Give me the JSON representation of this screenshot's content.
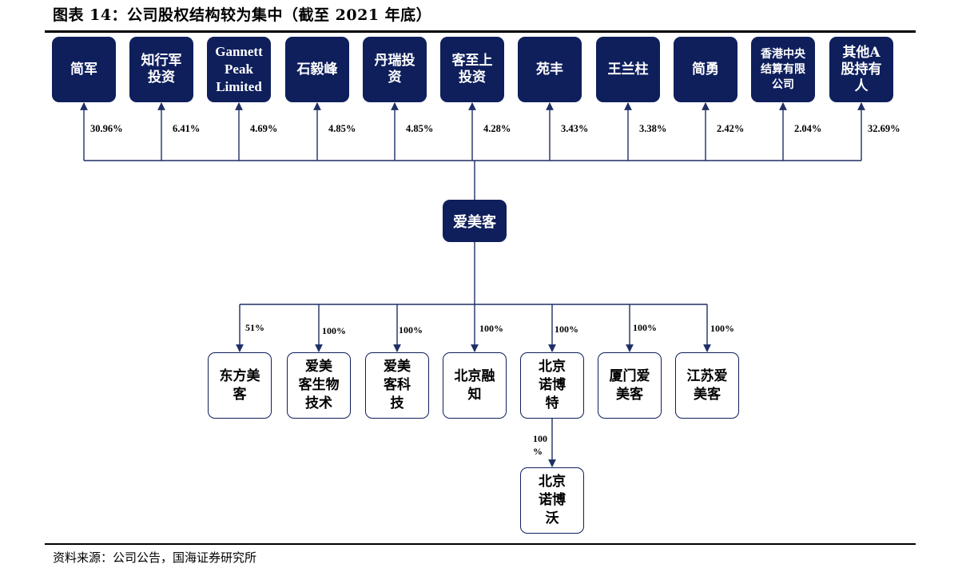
{
  "title": "图表 14：公司股权结构较为集中（截至 2021 年底）",
  "source": "资料来源：公司公告，国海证券研究所",
  "company": "爱美客",
  "shareholders": [
    {
      "lines": [
        "简军"
      ],
      "pct": "30.96%"
    },
    {
      "lines": [
        "知行军",
        "投资"
      ],
      "pct": "6.41%"
    },
    {
      "lines": [
        "Gannett",
        "Peak",
        "Limited"
      ],
      "pct": "4.69%"
    },
    {
      "lines": [
        "石毅峰"
      ],
      "pct": "4.85%"
    },
    {
      "lines": [
        "丹瑞投",
        "资"
      ],
      "pct": "4.85%"
    },
    {
      "lines": [
        "客至上",
        "投资"
      ],
      "pct": "4.28%"
    },
    {
      "lines": [
        "苑丰"
      ],
      "pct": "3.43%"
    },
    {
      "lines": [
        "王兰柱"
      ],
      "pct": "3.38%"
    },
    {
      "lines": [
        "简勇"
      ],
      "pct": "2.42%"
    },
    {
      "lines": [
        "香港中央",
        "结算有限",
        "公司"
      ],
      "pct": "2.04%"
    },
    {
      "lines": [
        "其他A",
        "股持有",
        "人"
      ],
      "pct": "32.69%"
    }
  ],
  "subsidiaries": [
    {
      "lines": [
        "东方美",
        "客"
      ],
      "pct": "51%"
    },
    {
      "lines": [
        "爱美",
        "客生物",
        "技术"
      ],
      "pct": "100%"
    },
    {
      "lines": [
        "爱美",
        "客科",
        "技"
      ],
      "pct": "100%"
    },
    {
      "lines": [
        "北京融",
        "知"
      ],
      "pct": "100%"
    },
    {
      "lines": [
        "北京",
        "诺博",
        "特"
      ],
      "pct": "100%"
    },
    {
      "lines": [
        "厦门爱",
        "美客"
      ],
      "pct": "100%"
    },
    {
      "lines": [
        "江苏爱",
        "美客"
      ],
      "pct": "100%"
    }
  ],
  "grandchild": {
    "lines": [
      "北京",
      "诺博",
      "沃"
    ],
    "pct_lines": [
      "100",
      "%"
    ]
  },
  "colors": {
    "navy": "#0f1f5c",
    "line": "#1f2f66"
  }
}
